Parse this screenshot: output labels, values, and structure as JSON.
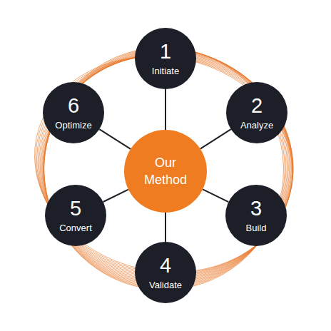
{
  "diagram": {
    "nodes": [
      {
        "text": [
          "1",
          "Initiate"
        ]
      },
      {
        "text": [
          "2",
          "Analyze"
        ]
      },
      {
        "text": [
          "3",
          "Build"
        ]
      },
      {
        "text": [
          "4",
          "Validate"
        ]
      },
      {
        "text": [
          "5",
          "Convert"
        ]
      },
      {
        "text": [
          "6",
          "Optimize"
        ]
      },
      {
        "text": [
          "Our Method"
        ]
      }
    ],
    "edges": [
      {
        "from": 6,
        "to": 0,
        "arrow": "none"
      },
      {
        "from": 6,
        "to": 1,
        "arrow": "none"
      },
      {
        "from": 6,
        "to": 2,
        "arrow": "none"
      },
      {
        "from": 6,
        "to": 3,
        "arrow": "none"
      },
      {
        "from": 6,
        "to": 4,
        "arrow": "none"
      },
      {
        "from": 6,
        "to": 5,
        "arrow": "none"
      }
    ]
  }
}
